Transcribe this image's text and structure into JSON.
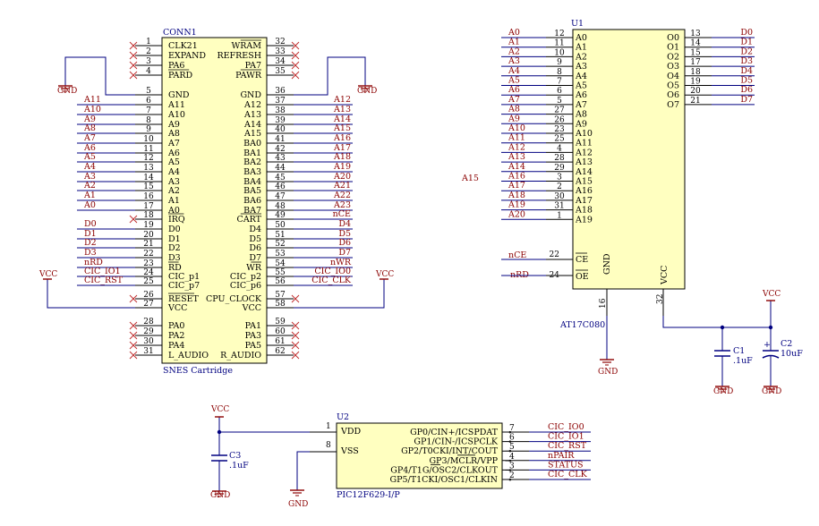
{
  "colors": {
    "wire": "#000080",
    "pin": "#000000",
    "body_fill": "#ffffc0",
    "net_label": "#8b0000",
    "ref": "#000080",
    "power_symbol": "#8b0000",
    "nc_mark": "#c03030"
  },
  "conn1": {
    "ref": "CONN1",
    "value": "SNES Cartridge",
    "left_pins": [
      {
        "num": "1",
        "name": "CLK21",
        "net": "",
        "nc": true
      },
      {
        "num": "2",
        "name": "EXPAND",
        "net": "",
        "nc": true
      },
      {
        "num": "3",
        "name": "PA6",
        "net": "",
        "nc": true
      },
      {
        "num": "4",
        "name": "PARD",
        "net": "",
        "nc": true,
        "bar": true
      },
      {
        "num": "5",
        "name": "GND",
        "net": "",
        "nc": false
      },
      {
        "num": "6",
        "name": "A11",
        "net": "A11",
        "nc": false
      },
      {
        "num": "7",
        "name": "A10",
        "net": "A10",
        "nc": false
      },
      {
        "num": "8",
        "name": "A9",
        "net": "A9",
        "nc": false
      },
      {
        "num": "9",
        "name": "A8",
        "net": "A8",
        "nc": false
      },
      {
        "num": "10",
        "name": "A7",
        "net": "A7",
        "nc": false
      },
      {
        "num": "11",
        "name": "A6",
        "net": "A6",
        "nc": false
      },
      {
        "num": "12",
        "name": "A5",
        "net": "A5",
        "nc": false
      },
      {
        "num": "13",
        "name": "A4",
        "net": "A4",
        "nc": false
      },
      {
        "num": "14",
        "name": "A3",
        "net": "A3",
        "nc": false
      },
      {
        "num": "15",
        "name": "A2",
        "net": "A2",
        "nc": false
      },
      {
        "num": "16",
        "name": "A1",
        "net": "A1",
        "nc": false
      },
      {
        "num": "17",
        "name": "A0",
        "net": "A0",
        "nc": false
      },
      {
        "num": "18",
        "name": "IRQ",
        "net": "",
        "nc": true,
        "bar": true
      },
      {
        "num": "19",
        "name": "D0",
        "net": "D0",
        "nc": false
      },
      {
        "num": "20",
        "name": "D1",
        "net": "D1",
        "nc": false
      },
      {
        "num": "21",
        "name": "D2",
        "net": "D2",
        "nc": false
      },
      {
        "num": "22",
        "name": "D3",
        "net": "D3",
        "nc": false
      },
      {
        "num": "23",
        "name": "RD",
        "net": "nRD",
        "nc": false,
        "bar": true
      },
      {
        "num": "24",
        "name": "CIC_p1",
        "net": "CIC_IO1",
        "nc": false
      },
      {
        "num": "25",
        "name": "CIC_p7",
        "net": "CIC_RST",
        "nc": false
      },
      {
        "num": "26",
        "name": "RESET",
        "net": "",
        "nc": true,
        "bar": true
      },
      {
        "num": "27",
        "name": "VCC",
        "net": "",
        "nc": false
      },
      {
        "num": "28",
        "name": "PA0",
        "net": "",
        "nc": true
      },
      {
        "num": "29",
        "name": "PA2",
        "net": "",
        "nc": true
      },
      {
        "num": "30",
        "name": "PA4",
        "net": "",
        "nc": true
      },
      {
        "num": "31",
        "name": "L_AUDIO",
        "net": "",
        "nc": true
      }
    ],
    "right_pins": [
      {
        "num": "32",
        "name": "WRAM",
        "net": "",
        "nc": true,
        "bar": true
      },
      {
        "num": "33",
        "name": "REFRESH",
        "net": "",
        "nc": true
      },
      {
        "num": "34",
        "name": "PA7",
        "net": "",
        "nc": true
      },
      {
        "num": "35",
        "name": "PAWR",
        "net": "",
        "nc": true,
        "bar": true
      },
      {
        "num": "36",
        "name": "GND",
        "net": "",
        "nc": false
      },
      {
        "num": "37",
        "name": "A12",
        "net": "A12",
        "nc": false
      },
      {
        "num": "38",
        "name": "A13",
        "net": "A13",
        "nc": false
      },
      {
        "num": "39",
        "name": "A14",
        "net": "A14",
        "nc": false
      },
      {
        "num": "40",
        "name": "A15",
        "net": "A15",
        "nc": false
      },
      {
        "num": "41",
        "name": "BA0",
        "net": "A16",
        "nc": false
      },
      {
        "num": "42",
        "name": "BA1",
        "net": "A17",
        "nc": false
      },
      {
        "num": "43",
        "name": "BA2",
        "net": "A18",
        "nc": false
      },
      {
        "num": "44",
        "name": "BA3",
        "net": "A19",
        "nc": false
      },
      {
        "num": "45",
        "name": "BA4",
        "net": "A20",
        "nc": false
      },
      {
        "num": "46",
        "name": "BA5",
        "net": "A21",
        "nc": false
      },
      {
        "num": "47",
        "name": "BA6",
        "net": "A22",
        "nc": false
      },
      {
        "num": "48",
        "name": "BA7",
        "net": "A23",
        "nc": false
      },
      {
        "num": "49",
        "name": "CART",
        "net": "nCE",
        "nc": false,
        "bar": true
      },
      {
        "num": "50",
        "name": "D4",
        "net": "D4",
        "nc": false
      },
      {
        "num": "51",
        "name": "D5",
        "net": "D5",
        "nc": false
      },
      {
        "num": "52",
        "name": "D6",
        "net": "D6",
        "nc": false
      },
      {
        "num": "53",
        "name": "D7",
        "net": "D7",
        "nc": false
      },
      {
        "num": "54",
        "name": "WR",
        "net": "nWR",
        "nc": false,
        "bar": true
      },
      {
        "num": "55",
        "name": "CIC_p2",
        "net": "CIC_IO0",
        "nc": false
      },
      {
        "num": "56",
        "name": "CIC_p6",
        "net": "CIC_CLK",
        "nc": false
      },
      {
        "num": "57",
        "name": "CPU_CLOCK",
        "net": "",
        "nc": true
      },
      {
        "num": "58",
        "name": "VCC",
        "net": "",
        "nc": false
      },
      {
        "num": "59",
        "name": "PA1",
        "net": "",
        "nc": true
      },
      {
        "num": "60",
        "name": "PA3",
        "net": "",
        "nc": true
      },
      {
        "num": "61",
        "name": "PA5",
        "net": "",
        "nc": true
      },
      {
        "num": "62",
        "name": "R_AUDIO",
        "net": "",
        "nc": true
      }
    ]
  },
  "u1": {
    "ref": "U1",
    "value": "AT17C080",
    "left_pins": [
      {
        "num": "12",
        "name": "A0",
        "net": "A0"
      },
      {
        "num": "11",
        "name": "A1",
        "net": "A1"
      },
      {
        "num": "10",
        "name": "A2",
        "net": "A2"
      },
      {
        "num": "9",
        "name": "A3",
        "net": "A3"
      },
      {
        "num": "8",
        "name": "A4",
        "net": "A4"
      },
      {
        "num": "7",
        "name": "A5",
        "net": "A5"
      },
      {
        "num": "6",
        "name": "A6",
        "net": "A6"
      },
      {
        "num": "5",
        "name": "A7",
        "net": "A7"
      },
      {
        "num": "27",
        "name": "A8",
        "net": "A8"
      },
      {
        "num": "26",
        "name": "A9",
        "net": "A9"
      },
      {
        "num": "23",
        "name": "A10",
        "net": "A10"
      },
      {
        "num": "25",
        "name": "A11",
        "net": "A11"
      },
      {
        "num": "4",
        "name": "A12",
        "net": "A12"
      },
      {
        "num": "28",
        "name": "A13",
        "net": "A13"
      },
      {
        "num": "29",
        "name": "A14",
        "net": "A14"
      },
      {
        "num": "3",
        "name": "A15",
        "net": "A16"
      },
      {
        "num": "2",
        "name": "A16",
        "net": "A17"
      },
      {
        "num": "30",
        "name": "A17",
        "net": "A18"
      },
      {
        "num": "31",
        "name": "A18",
        "net": "A19"
      },
      {
        "num": "1",
        "name": "A19",
        "net": "A20"
      }
    ],
    "right_pins": [
      {
        "num": "13",
        "name": "O0",
        "net": "D0"
      },
      {
        "num": "14",
        "name": "O1",
        "net": "D1"
      },
      {
        "num": "15",
        "name": "O2",
        "net": "D2"
      },
      {
        "num": "17",
        "name": "O3",
        "net": "D3"
      },
      {
        "num": "18",
        "name": "O4",
        "net": "D4"
      },
      {
        "num": "19",
        "name": "O5",
        "net": "D5"
      },
      {
        "num": "20",
        "name": "O6",
        "net": "D6"
      },
      {
        "num": "21",
        "name": "O7",
        "net": "D7"
      }
    ],
    "ce": {
      "num": "22",
      "name": "CE",
      "net": "nCE"
    },
    "oe": {
      "num": "24",
      "name": "OE",
      "net": "nRD"
    },
    "gnd": {
      "num": "16",
      "name": "GND"
    },
    "vcc": {
      "num": "32",
      "name": "VCC"
    },
    "floating_label": "A15"
  },
  "u2": {
    "ref": "U2",
    "value": "PIC12F629-I/P",
    "left_pins": [
      {
        "num": "1",
        "name": "VDD"
      },
      {
        "num": "8",
        "name": "VSS"
      }
    ],
    "right_pins": [
      {
        "num": "7",
        "name": "GP0/CIN+/ICSPDAT",
        "net": "CIC_IO0"
      },
      {
        "num": "6",
        "name": "GP1/CIN-/ICSPCLK",
        "net": "CIC_IO1"
      },
      {
        "num": "5",
        "name": "GP2/T0CKI/INT/COUT",
        "net": "CIC_RST"
      },
      {
        "num": "4",
        "name": "GP3/MCLR/VPP",
        "net": "nPAIR"
      },
      {
        "num": "3",
        "name": "GP4/T1G/OSC2/CLKOUT",
        "net": "STATUS"
      },
      {
        "num": "2",
        "name": "GP5/T1CKI/OSC1/CLKIN",
        "net": "CIC_CLK"
      }
    ]
  },
  "capacitors": [
    {
      "ref": "C1",
      "value": ".1uF",
      "polarized": false
    },
    {
      "ref": "C2",
      "value": "10uF",
      "polarized": true
    },
    {
      "ref": "C3",
      "value": ".1uF",
      "polarized": false
    }
  ],
  "power": {
    "vcc": "VCC",
    "gnd": "GND"
  }
}
